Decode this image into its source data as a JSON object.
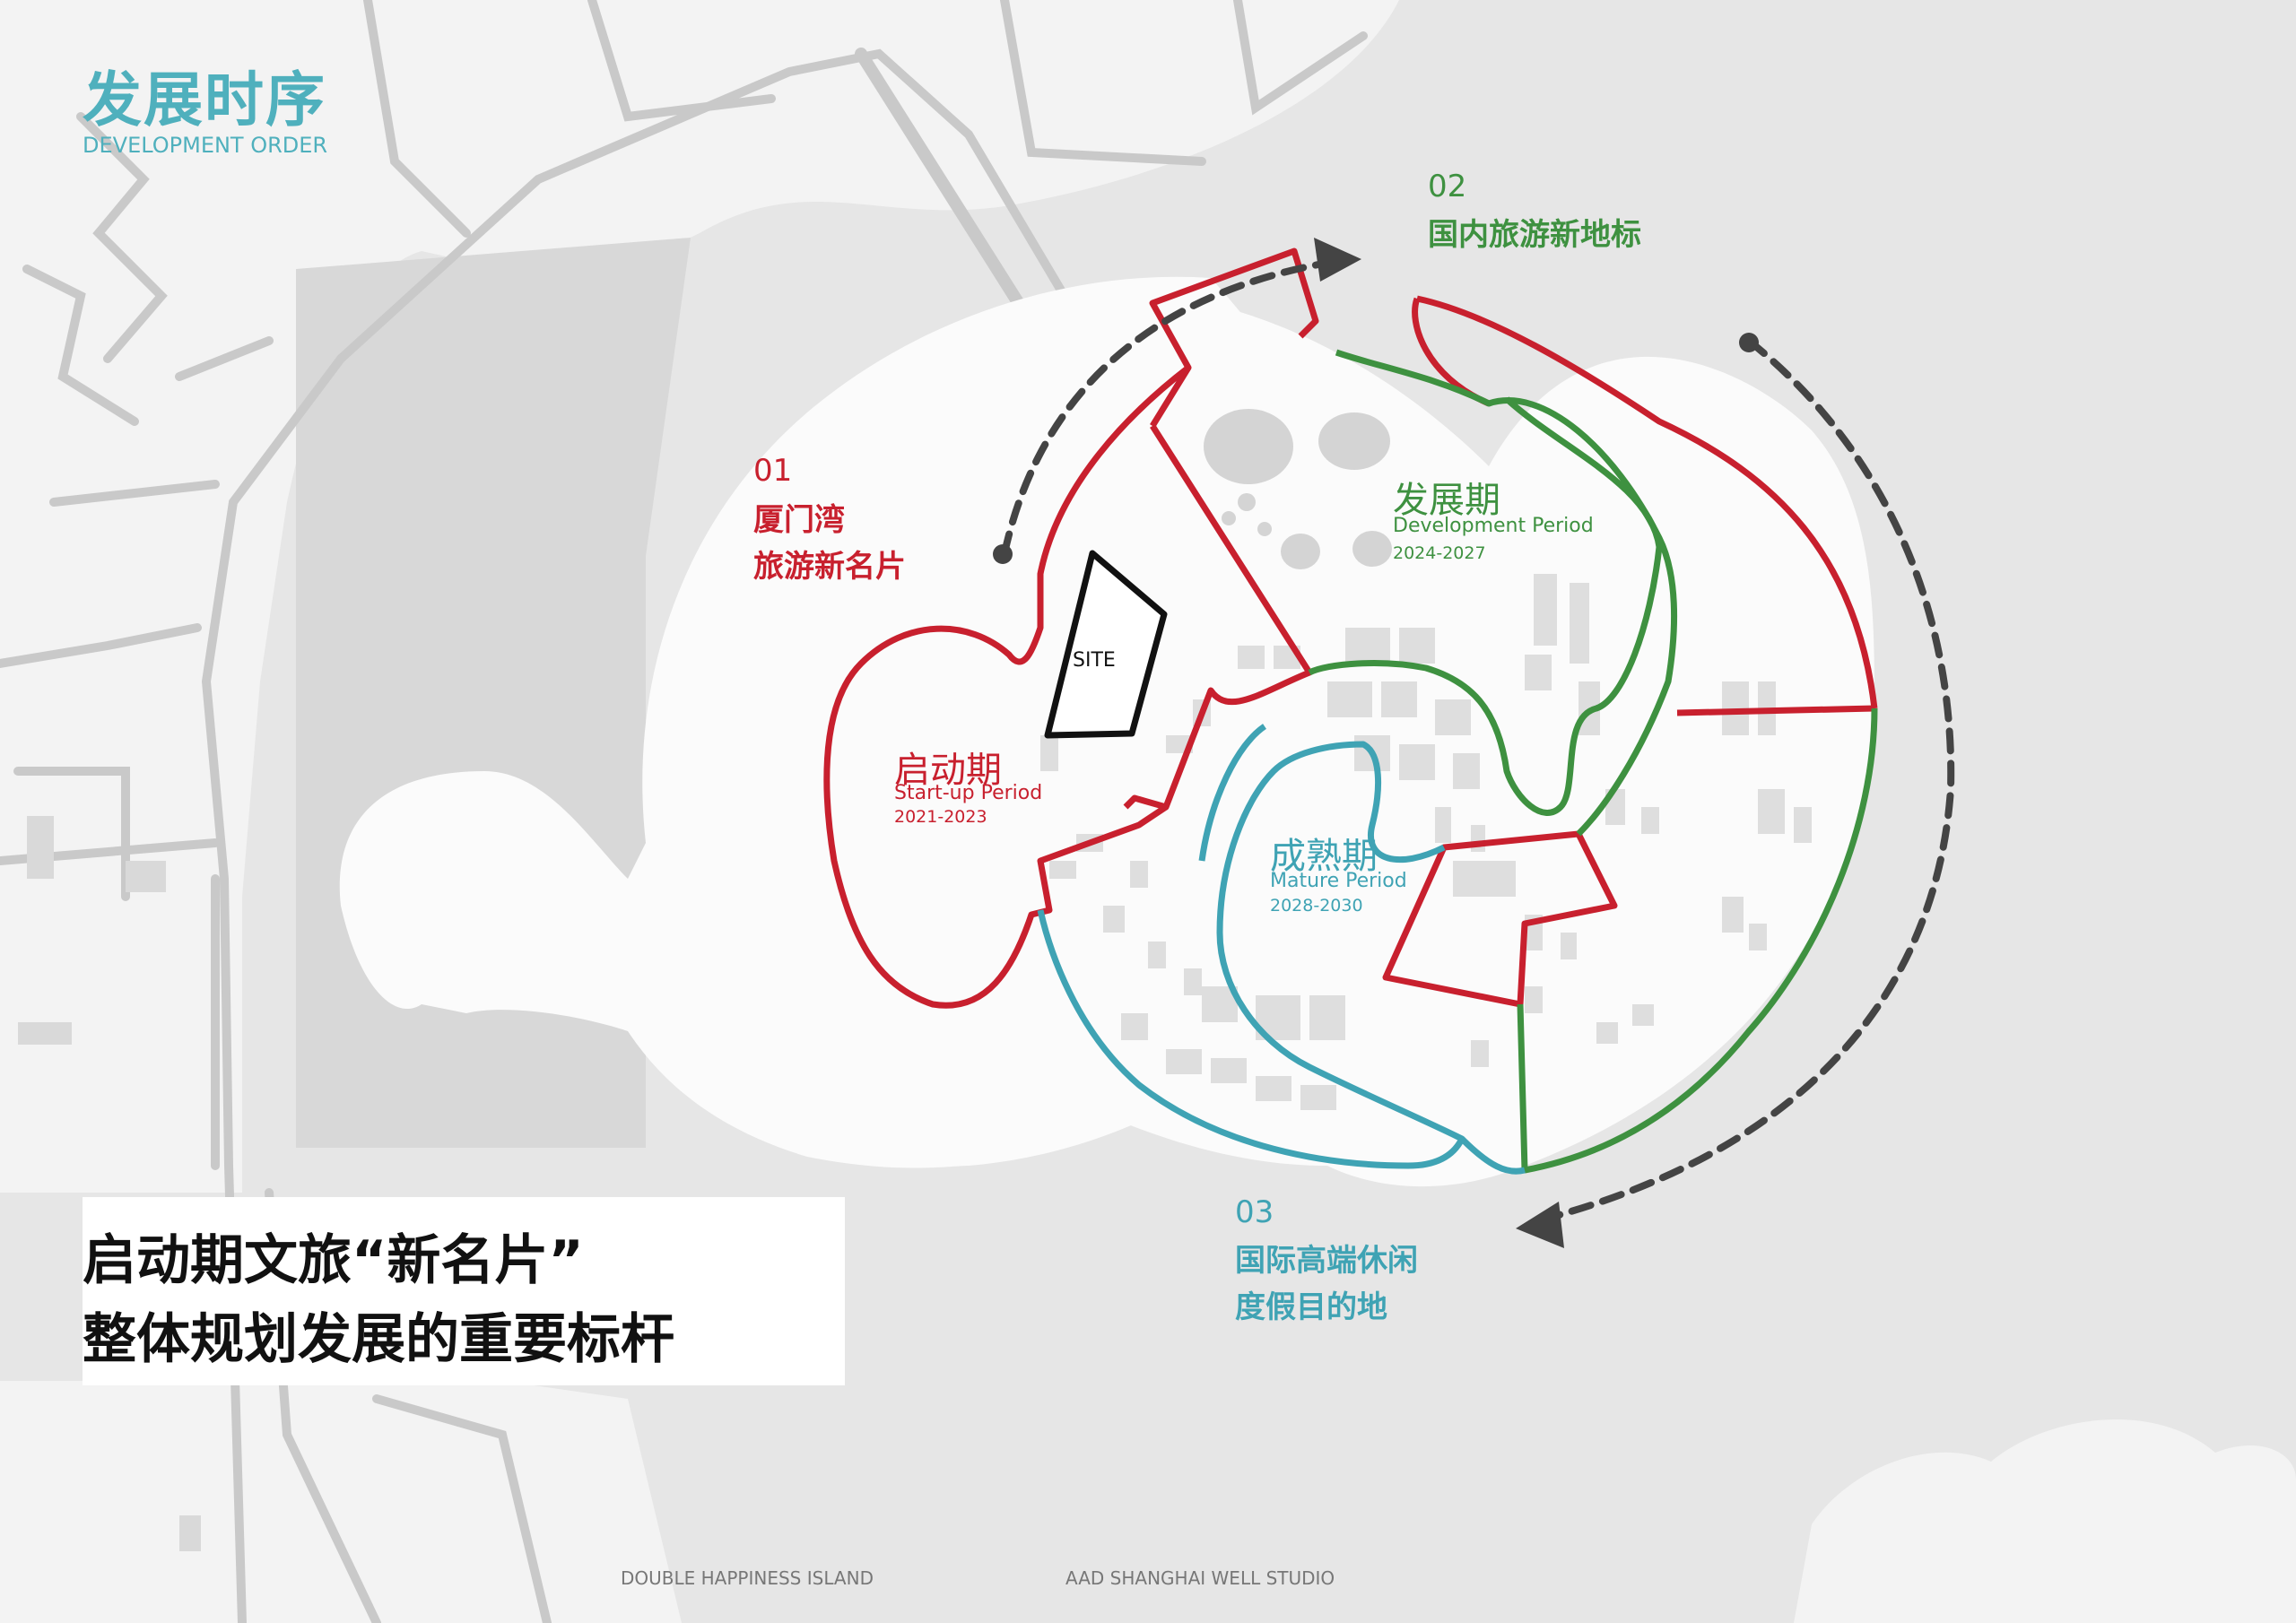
{
  "header": {
    "title_cn": "发展时序",
    "title_en": "DEVELOPMENT ORDER"
  },
  "callouts": {
    "c1": {
      "num": "01",
      "line1": "厦门湾",
      "line2": "旅游新名片"
    },
    "c2": {
      "num": "02",
      "line1": "国内旅游新地标"
    },
    "c3": {
      "num": "03",
      "line1": "国际高端休闲",
      "line2": "度假目的地"
    }
  },
  "phases": {
    "startup": {
      "name_cn": "启动期",
      "name_en": "Start-up Period",
      "years": "2021-2023"
    },
    "development": {
      "name_cn": "发展期",
      "name_en": "Development Period",
      "years": "2024-2027"
    },
    "mature": {
      "name_cn": "成熟期",
      "name_en": "Mature Period",
      "years": "2028-2030"
    }
  },
  "site_label": "SITE",
  "banner": {
    "line1": "启动期文旅“新名片”",
    "line2": "整体规划发展的重要标杆"
  },
  "footer": {
    "left": "DOUBLE HAPPINESS ISLAND",
    "right": "AAD SHANGHAI WELL STUDIO"
  },
  "colors": {
    "startup": "#c8202e",
    "development": "#3e9140",
    "mature": "#3fa3b4",
    "title": "#4fb0bd",
    "arrow": "#444444"
  }
}
